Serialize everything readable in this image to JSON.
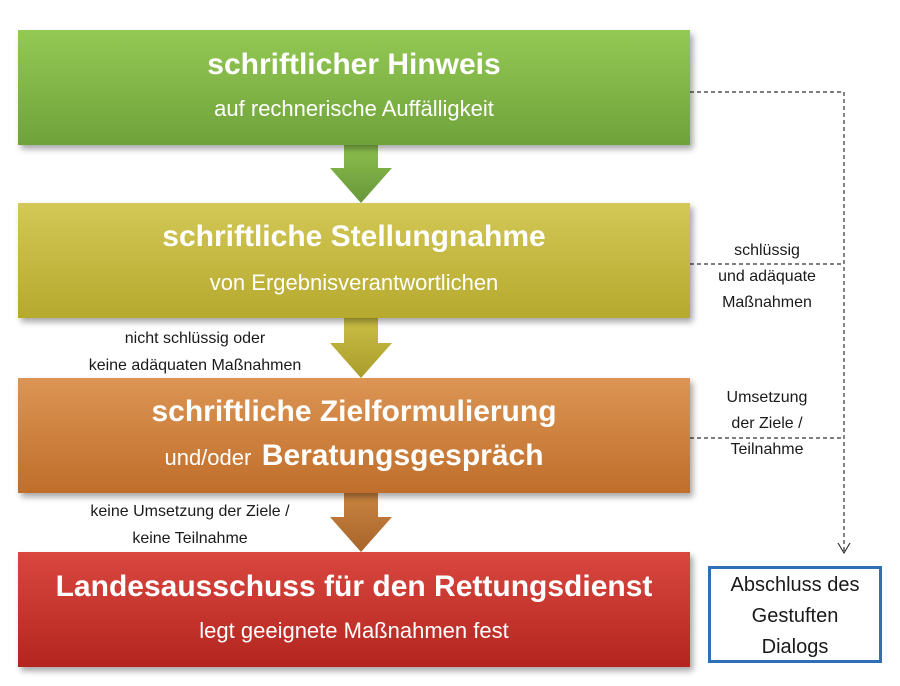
{
  "steps": [
    {
      "title": "schriftlicher Hinweis",
      "subtitle": "auf rechnerische  Auffälligkeit"
    },
    {
      "title": "schriftliche Stellungnahme",
      "subtitle": "von Ergebnisverantwortlichen"
    },
    {
      "title": "schriftliche Zielformulierung",
      "subtitle_prefix": "und/oder",
      "subtitle_bold": "Beratungsgespräch"
    },
    {
      "title": "Landesausschuss für den Rettungsdienst",
      "subtitle": "legt geeignete  Maßnahmen fest"
    }
  ],
  "arrow_labels": {
    "a2_line1": "nicht schlüssig oder",
    "a2_line2": "keine adäquaten Maßnahmen",
    "a3_line1": "keine Umsetzung der Ziele /",
    "a3_line2": "keine Teilnahme"
  },
  "side_labels": {
    "s1_line1": "schlüssig",
    "s1_line2": "und adäquate",
    "s1_line3": "Maßnahmen",
    "s2_line1": "Umsetzung",
    "s2_line2": "der Ziele /",
    "s2_line3": "Teilnahme"
  },
  "end_box": {
    "line1": "Abschluss des",
    "line2": "Gestuften",
    "line3": "Dialogs"
  },
  "colors": {
    "step1": "#7fb244",
    "step2": "#c6ba3e",
    "step3": "#cf8240",
    "step4": "#c5342d",
    "end_border": "#2f6fb5"
  }
}
